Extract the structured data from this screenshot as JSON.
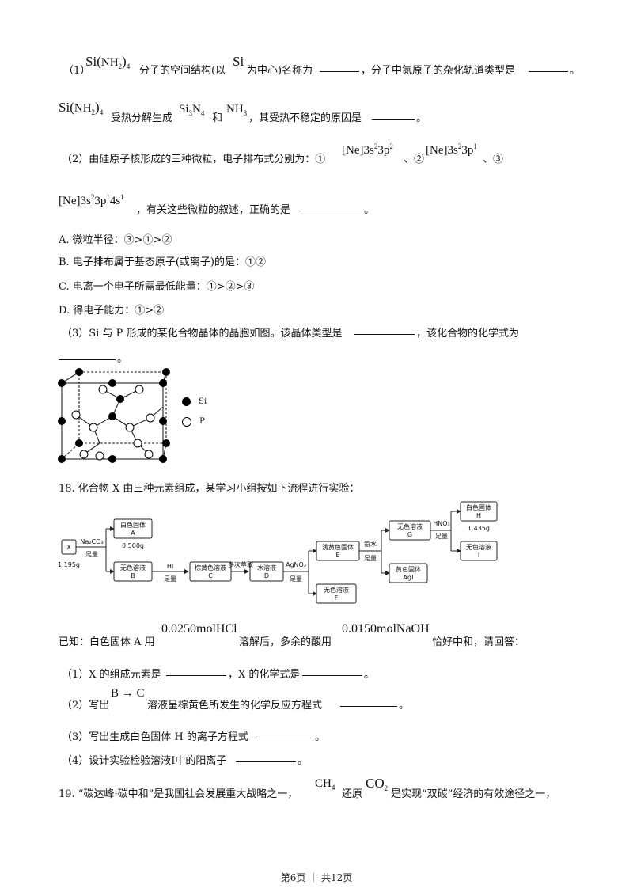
{
  "q17": {
    "p1": {
      "num": "（1）",
      "formula_main": "Si",
      "formula_paren": "NH",
      "formula_sub2": "2",
      "formula_sub4": "4",
      "text1": "分子的空间结构(以",
      "si": "Si",
      "text2": "为中心)名称为",
      "text3": "，分子中氮原子的杂化轨道类型是",
      "end": "。"
    },
    "p1b": {
      "formula_main": "Si",
      "formula_paren": "NH",
      "formula_sub2": "2",
      "formula_sub4": "4",
      "text1": "受热分解生成",
      "si3n4_a": "Si",
      "si3n4_3": "3",
      "si3n4_b": "N",
      "si3n4_4": "4",
      "text2": "和",
      "nh3": "NH",
      "nh3_sub": "3",
      "text3": "，其受热不稳定的原因是",
      "end": "。"
    },
    "p2": {
      "text1": "（2）由硅原子核形成的三种微粒，电子排布式分别为：①",
      "c1_a": "[Ne]3s",
      "c1_sup1": "2",
      "c1_b": "3p",
      "c1_sup2": "2",
      "sep1": "、②",
      "c2_a": "[Ne]3s",
      "c2_sup1": "2",
      "c2_b": "3p",
      "c2_sup2": "1",
      "sep2": "、③"
    },
    "p2b": {
      "c3_a": "[Ne]3s",
      "c3_sup1": "2",
      "c3_b": "3p",
      "c3_sup2": "1",
      "c3_c": "4s",
      "c3_sup3": "1",
      "text": "，有关这些微粒的叙述，正确的是",
      "end": "。"
    },
    "options": [
      "A. 微粒半径：③>①>②",
      "B. 电子排布属于基态原子(或离子)的是：①②",
      "C. 电离一个电子所需最低能量：①>②>③",
      "D. 得电子能力：①>②"
    ],
    "p3": {
      "text1": "（3）Si 与 P 形成的某化合物晶体的晶胞如图。该晶体类型是",
      "text2": "，该化合物的化学式为",
      "end": "。"
    },
    "legend": {
      "si": "Si",
      "p": "P"
    }
  },
  "q18": {
    "title": "18. 化合物 X 由三种元素组成，某学习小组按如下流程进行实验：",
    "flow": {
      "x": "X",
      "x_mass": "1.195g",
      "na2co3": "Na₂CO₃",
      "zuliang": "足量",
      "a_line1": "白色固体",
      "a_line2": "A",
      "a_mass": "0.500g",
      "b_line1": "无色溶液",
      "b_line2": "B",
      "hi": "HI",
      "c_line1": "棕黄色溶液",
      "c_line2": "C",
      "extract": "多次萃取",
      "d_line1": "水溶液",
      "d_line2": "D",
      "agno3": "AgNO₃",
      "zuliang2": "足量",
      "e_line1": "浅黄色固体",
      "e_line2": "E",
      "f_line1": "无色溶液",
      "f_line2": "F",
      "ammonia": "氨水",
      "g_line1": "无色溶液",
      "g_line2": "G",
      "agi_line1": "黄色固体",
      "agi_line2": "AgI",
      "hno3": "HNO₃",
      "h_line1": "白色固体",
      "h_line2": "H",
      "h_mass": "1.435g",
      "i_line1": "无色溶液",
      "i_line2": "I"
    },
    "known": {
      "text1": "已知：白色固体 A 用",
      "hcl": "0.0250molHCl",
      "text2": "溶解后，多余的酸用",
      "naoh": "0.0150molNaOH",
      "text3": "恰好中和，请回答："
    },
    "q1": {
      "text1": "（1）X 的组成元素是",
      "text2": "，X 的化学式是",
      "end": "。"
    },
    "q2": {
      "text1": "（2）写出",
      "bc": "B → C",
      "text2": "溶液呈棕黄色所发生的化学反应方程式",
      "end": "。"
    },
    "q3": {
      "text1": "（3）写出生成白色固体 H 的离子方程式",
      "end": "。"
    },
    "q4": {
      "text1": "（4）设计实验检验溶液I中的阳离子",
      "end": "。"
    }
  },
  "q19": {
    "text1": "19. “碳达峰·碳中和”是我国社会发展重大战略之一，",
    "ch4": "CH",
    "ch4_sub": "4",
    "text2": "还原",
    "co2": "CO",
    "co2_sub": "2",
    "text3": "是实现“双碳”经济的有效途径之一，"
  },
  "footer": "第6页 ｜ 共12页"
}
